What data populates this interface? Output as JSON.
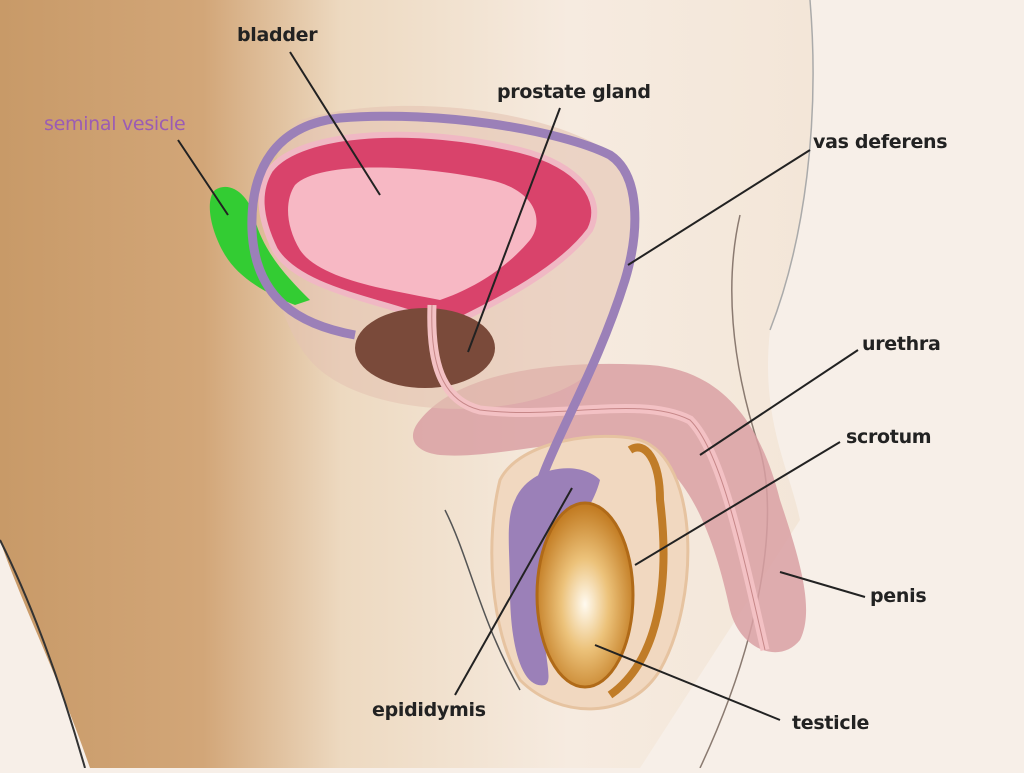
{
  "title": "Male reproductive system diagram",
  "labels": {
    "bladder": "bladder",
    "prostate_gland": "prostate gland",
    "seminal_vesicle": "seminal vesicle",
    "vas_deferens": "vas deferens",
    "urethra": "urethra",
    "scrotum": "scrotum",
    "penis": "penis",
    "epididymis": "epididymis",
    "testicle": "testicle"
  },
  "colors": {
    "skin_dark": "#c89a68",
    "skin_light": "#f6ebe0",
    "bladder_wall": "#d9436b",
    "bladder_inner": "#f7b8c4",
    "vas_deferens": "#9b80b8",
    "seminal_vesicle": "#33cc33",
    "prostate": "#7a4a3a",
    "testicle": "#d08a2a",
    "penis": "#d9a0a3",
    "highlight_label": "#9b5cb4"
  }
}
